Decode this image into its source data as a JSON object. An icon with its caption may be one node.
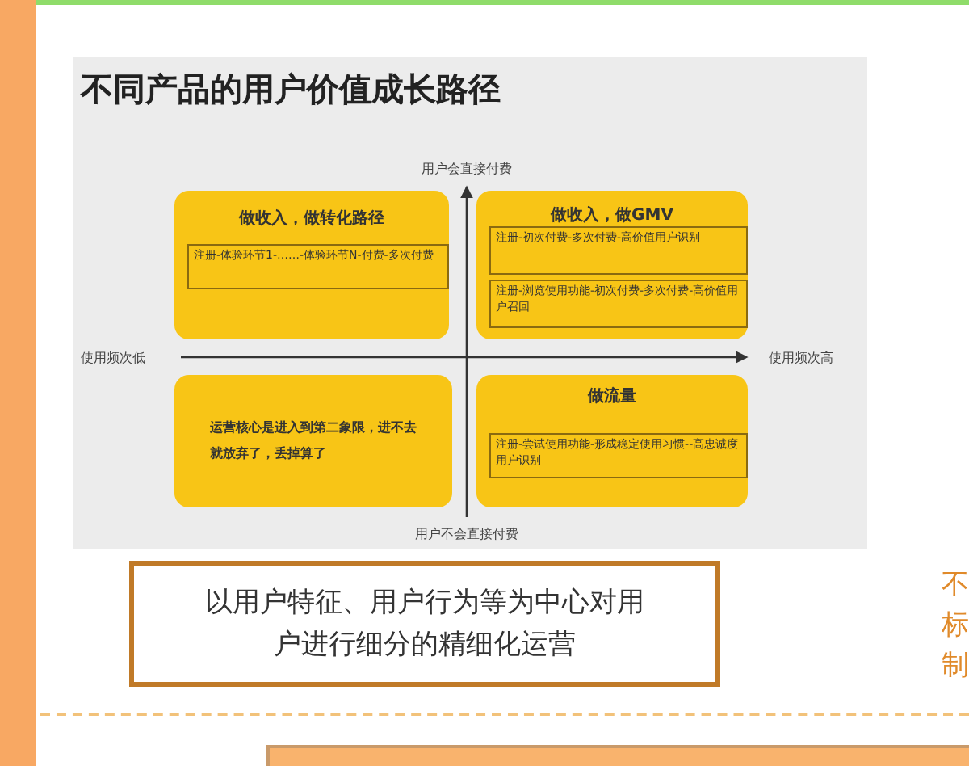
{
  "diagram": {
    "title": "不同产品的用户价值成长路径",
    "nodes": [
      {
        "text": [
          "做收入，做转化路径"
        ]
      },
      {
        "text": [
          "注册-体验环节1-……-体验环节N-付费-多次付费"
        ],
        "in": 0
      },
      {
        "text": [
          "做收入，做GMV"
        ]
      },
      {
        "text": [
          "注册-初次付费-多次付费-高价值用户识别"
        ],
        "in": 2
      },
      {
        "text": [
          "注册-浏览使用功能-初次付费-多次付费-高价值用户召回"
        ],
        "in": 2
      },
      {
        "text": [
          "运营核心是进入到第二象限，进不去就放弃了，丢掉算了"
        ]
      },
      {
        "text": [
          "做流量"
        ]
      },
      {
        "text": [
          "注册-尝试使用功能-形成稳定使用习惯--高忠诚度用户识别"
        ],
        "in": 6
      },
      {
        "text": [
          "以用户特征、用户行为等为中心对用户进行细分的精细化运营"
        ]
      }
    ],
    "labels": [
      "用户会直接付费",
      "使用频次低",
      "使用频次高",
      "用户不会直接付费",
      "不",
      "标",
      "制"
    ]
  }
}
